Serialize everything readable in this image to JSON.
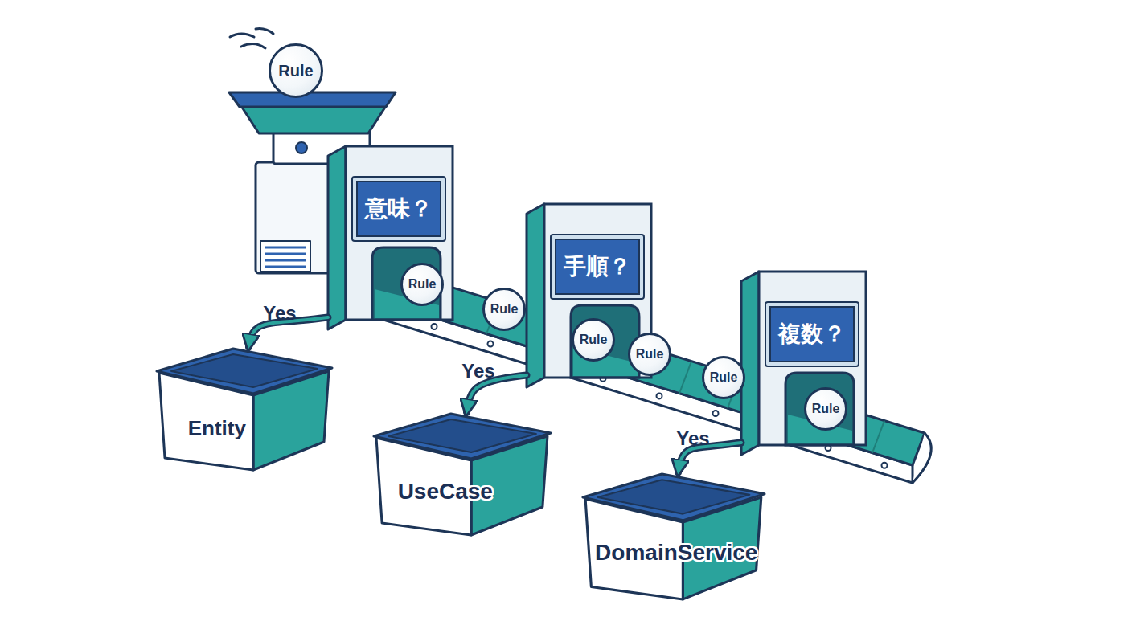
{
  "diagram": {
    "nodes": [
      {
        "text": [
          "Rule"
        ]
      },
      {
        "text": [
          "意味？"
        ]
      },
      {
        "text": [
          "Rule"
        ]
      },
      {
        "text": [
          "Rule"
        ]
      },
      {
        "text": [
          "手順？"
        ]
      },
      {
        "text": [
          "Rule"
        ]
      },
      {
        "text": [
          "Rule"
        ]
      },
      {
        "text": [
          "Rule"
        ]
      },
      {
        "text": [
          "複数？"
        ]
      },
      {
        "text": [
          "Rule"
        ]
      },
      {
        "text": [
          "Entity"
        ]
      },
      {
        "text": [
          "UseCase"
        ]
      },
      {
        "text": [
          "DomainService"
        ]
      }
    ],
    "edges": [
      {
        "from": 1,
        "to": 10,
        "arrow": "to",
        "label": "Yes"
      },
      {
        "from": 4,
        "to": 11,
        "arrow": "to",
        "label": "Yes"
      },
      {
        "from": 8,
        "to": 12,
        "arrow": "to",
        "label": "Yes"
      }
    ]
  }
}
